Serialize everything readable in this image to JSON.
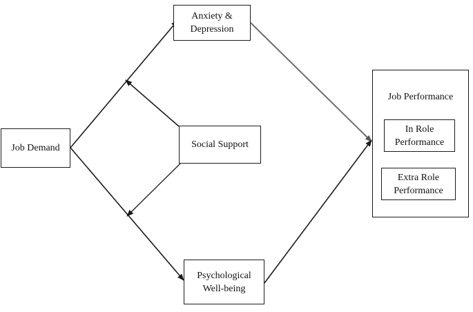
{
  "nodes": {
    "job_demand": {
      "label": "Job Demand"
    },
    "anxiety": {
      "line1": "Anxiety &",
      "line2": "Depression"
    },
    "social_support": {
      "label": "Social Support"
    },
    "wellbeing": {
      "line1": "Psychological",
      "line2": "Well-being"
    },
    "job_performance": {
      "title": "Job Performance",
      "in_role": {
        "line1": "In Role",
        "line2": "Performance"
      },
      "extra_role": {
        "line1": "Extra Role",
        "line2": "Performance"
      }
    }
  },
  "colors": {
    "stroke": "#1a1a1a",
    "gray_arrow": "#6e6e6e"
  }
}
